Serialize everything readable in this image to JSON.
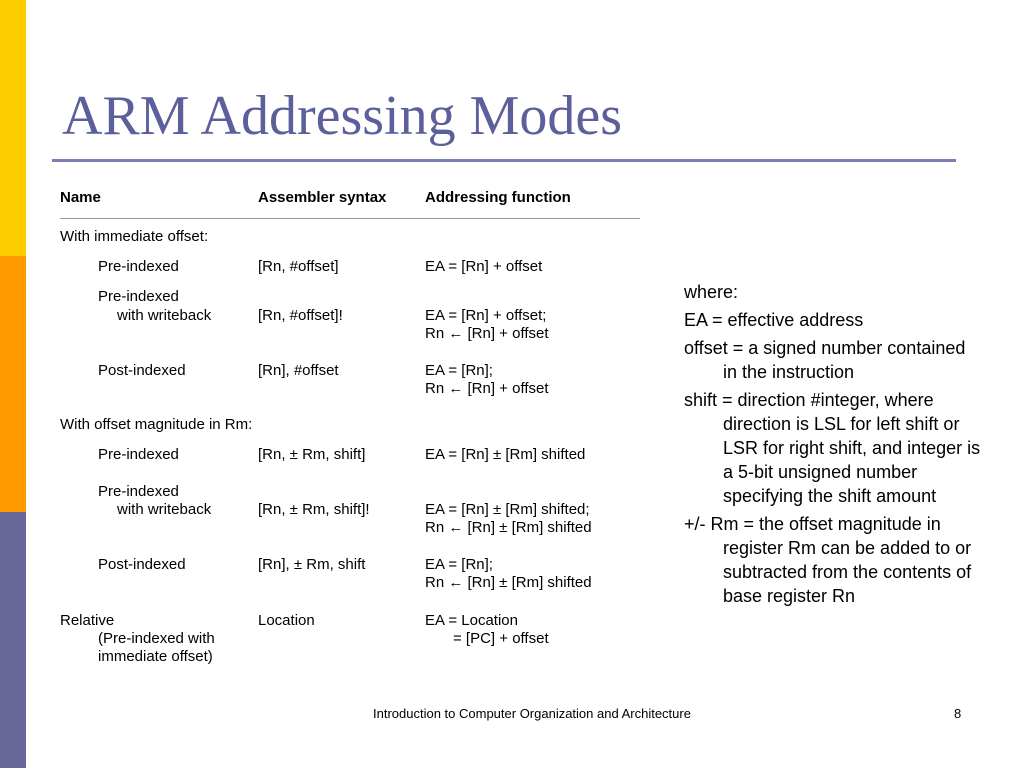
{
  "title": "ARM Addressing Modes",
  "table": {
    "headers": [
      "Name",
      "Assembler syntax",
      "Addressing function"
    ],
    "group1": "With immediate offset:",
    "rows": [
      {
        "name": [
          "Pre-indexed"
        ],
        "syntax": [
          "[Rn, #offset]"
        ],
        "func": [
          "EA = [Rn] + offset"
        ]
      },
      {
        "name": [
          "Pre-indexed",
          "with writeback"
        ],
        "syntax": [
          "[Rn, #offset]!"
        ],
        "func": [
          "EA = [Rn] + offset;",
          "Rn ← [Rn] + offset"
        ]
      },
      {
        "name": [
          "Post-indexed"
        ],
        "syntax": [
          "[Rn], #offset"
        ],
        "func": [
          "EA = [Rn];",
          "Rn ← [Rn] + offset"
        ]
      },
      {
        "name": [
          "Pre-indexed"
        ],
        "syntax": [
          "[Rn, ± Rm, shift]"
        ],
        "func": [
          "EA = [Rn] ± [Rm] shifted"
        ]
      },
      {
        "name": [
          "Pre-indexed",
          "with writeback"
        ],
        "syntax": [
          "[Rn, ± Rm, shift]!"
        ],
        "func": [
          "EA = [Rn] ± [Rm] shifted;",
          "Rn ← [Rn] ± [Rm] shifted"
        ]
      },
      {
        "name": [
          "Post-indexed"
        ],
        "syntax": [
          "[Rn], ± Rm, shift"
        ],
        "func": [
          "EA = [Rn];",
          "Rn ← [Rn] ± [Rm] shifted"
        ]
      },
      {
        "name": [
          "Relative",
          "(Pre-indexed with",
          "immediate offset)"
        ],
        "syntax": [
          "Location"
        ],
        "func": [
          "EA = Location",
          "= [PC] + offset"
        ]
      }
    ],
    "group2": "With offset magnitude in Rm:"
  },
  "legend": [
    "where:",
    "EA = effective address",
    "offset = a signed number contained in the instruction",
    "shift = direction #integer, where direction is LSL for left shift or LSR for right shift, and integer is a 5-bit unsigned number specifying the shift amount",
    "+/- Rm = the offset magnitude in register Rm can be added to or subtracted from the contents of base register Rn"
  ],
  "footer": {
    "text": "Introduction to Computer Organization and Architecture",
    "page": "8"
  },
  "colors": {
    "title": "#5b5f9b",
    "strip_top": "#ffcc00",
    "strip_middle": "#ff9900",
    "strip_bottom": "#666699"
  }
}
